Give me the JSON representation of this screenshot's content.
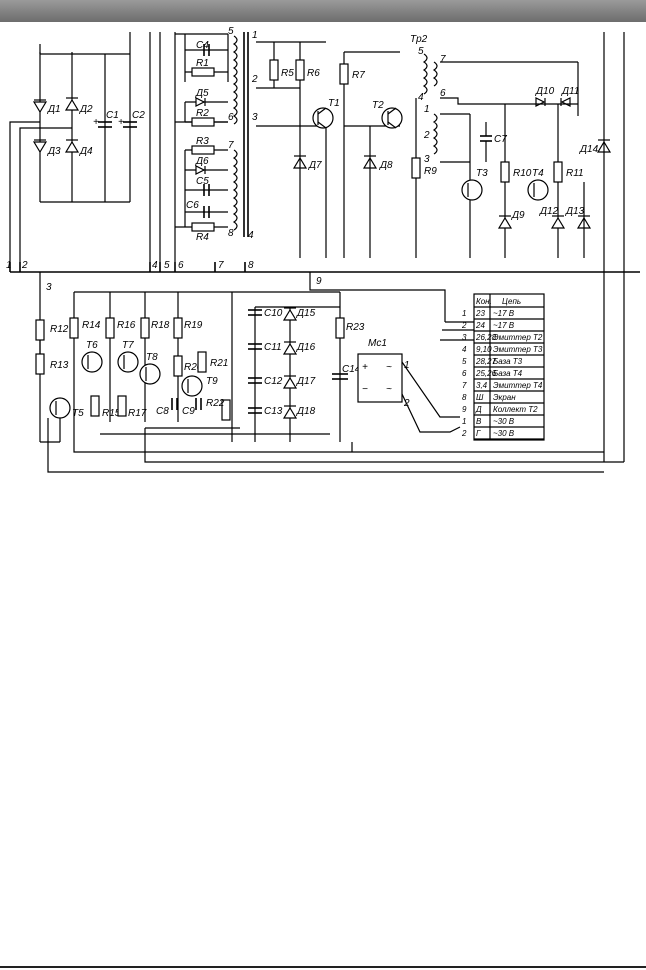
{
  "labels": {
    "D1": "Д1",
    "D2": "Д2",
    "D3": "Д3",
    "D4": "Д4",
    "C1": "C1",
    "C2": "C2",
    "C4": "C4",
    "R1": "R1",
    "D5": "Д5",
    "R2": "R2",
    "R3": "R3",
    "D6": "Д6",
    "C5": "C5",
    "C6": "C6",
    "R4": "R4",
    "R5": "R5",
    "R6": "R6",
    "R7": "R7",
    "T1": "T1",
    "T2": "T2",
    "D7": "Д7",
    "D8": "Д8",
    "R9": "R9",
    "Tr2": "Tp2",
    "C7": "C7",
    "D9": "Д9",
    "D10": "Д10",
    "D11": "Д11",
    "D12": "Д12",
    "D13": "Д13",
    "D14": "Д14",
    "T3": "T3",
    "T4": "T4",
    "R10": "R10",
    "R11": "R11",
    "R12": "R12",
    "R13": "R13",
    "R14": "R14",
    "R15": "R15",
    "R16": "R16",
    "R17": "R17",
    "R18": "R18",
    "R19": "R19",
    "R20": "R20",
    "R21": "R21",
    "R22": "R22",
    "R23": "R23",
    "T5": "T5",
    "T6": "T6",
    "T7": "T7",
    "T8": "T8",
    "T9": "T9",
    "C8": "C8",
    "C9": "C9",
    "C10": "C10",
    "C11": "C11",
    "C12": "C12",
    "C13": "C13",
    "C14": "C14",
    "D15": "Д15",
    "D16": "Д16",
    "D17": "Д17",
    "D18": "Д18",
    "Mc1": "Mc1"
  },
  "pins": {
    "p1": "1",
    "p2": "2",
    "p3": "3",
    "p4": "4",
    "p5": "5",
    "p6": "6",
    "p7": "7",
    "p8": "8",
    "p9": "9",
    "w1a": "1",
    "w2a": "2",
    "w3a": "3",
    "w4a": "4",
    "w5a": "5",
    "w6a": "6",
    "w7a": "7",
    "w8a": "8",
    "t1": "1",
    "t2": "2",
    "t3": "3",
    "t4": "4",
    "t5": "5",
    "t6": "6",
    "t7": "7",
    "m1": "1",
    "m2": "2",
    "plus": "+",
    "minus": "−",
    "tilde1": "~",
    "tilde2": "~"
  },
  "table": {
    "header": [
      "Кон.",
      "Цепь"
    ],
    "rows": [
      [
        "23",
        "~17 B"
      ],
      [
        "24",
        "~17 B"
      ],
      [
        "26,28",
        "Эмиттер Т2"
      ],
      [
        "9,10",
        "Эмиттер Т3"
      ],
      [
        "28,27",
        "База Т3"
      ],
      [
        "25,26",
        "База Т4"
      ],
      [
        "3,4",
        "Эмиттер Т4"
      ],
      [
        "Ш",
        "Экран"
      ],
      [
        "Д",
        "Коллект Т2"
      ],
      [
        "В",
        "~30 B"
      ],
      [
        "Г",
        "~30 B"
      ]
    ],
    "side_numbers": [
      "1",
      "2",
      "3",
      "4",
      "5",
      "6",
      "7",
      "8",
      "9",
      "1",
      "2"
    ]
  }
}
